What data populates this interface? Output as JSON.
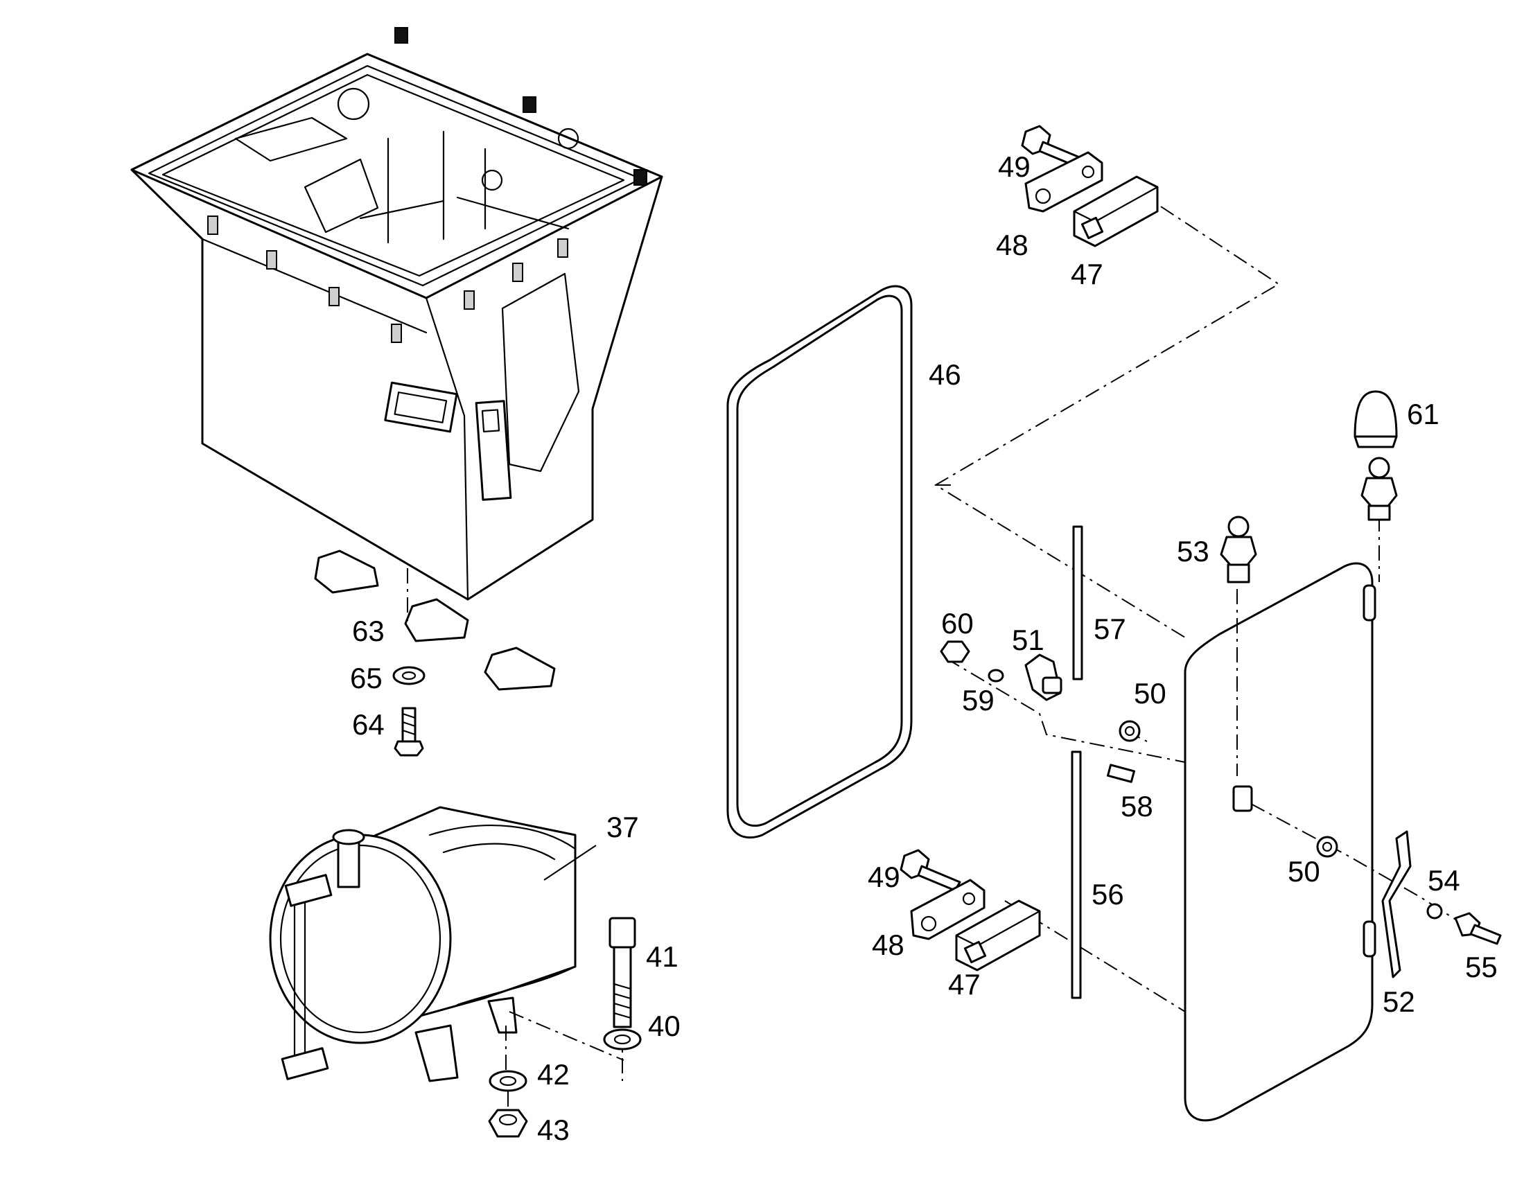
{
  "figure": {
    "kind": "exploded parts diagram",
    "line_color": "#000000",
    "background": "#ffffff"
  },
  "callouts": {
    "c37": "37",
    "c40": "40",
    "c41": "41",
    "c42": "42",
    "c43": "43",
    "c46": "46",
    "c47a": "47",
    "c47b": "47",
    "c48a": "48",
    "c48b": "48",
    "c49a": "49",
    "c49b": "49",
    "c50a": "50",
    "c50b": "50",
    "c51": "51",
    "c52": "52",
    "c53": "53",
    "c54": "54",
    "c55": "55",
    "c56": "56",
    "c57": "57",
    "c58": "58",
    "c59": "59",
    "c60": "60",
    "c61": "61",
    "c63": "63",
    "c64": "64",
    "c65": "65"
  }
}
